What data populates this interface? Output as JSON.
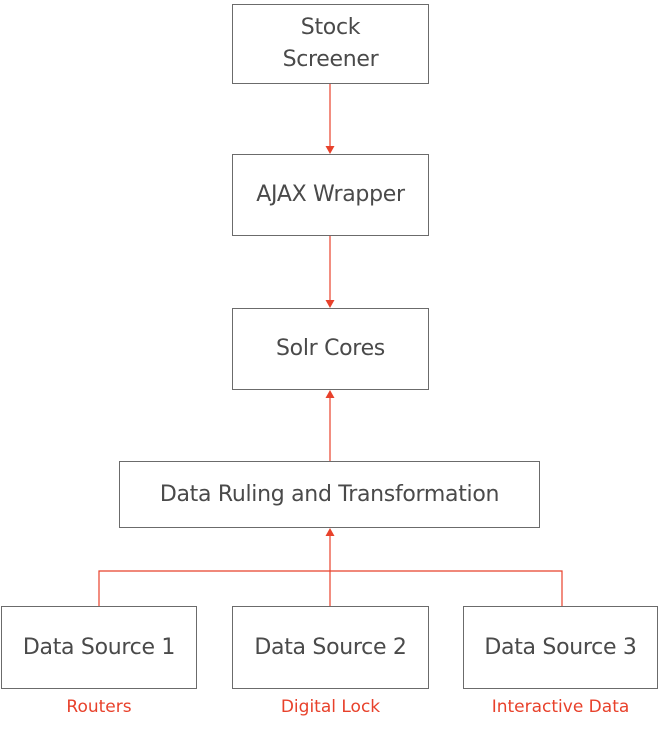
{
  "colors": {
    "connector": "#e8412b",
    "box_border": "#6b6b6b",
    "box_text": "#4a4a4a",
    "caption_text": "#e8412b"
  },
  "nodes": {
    "stock_screener": "Stock\nScreener",
    "ajax_wrapper": "AJAX Wrapper",
    "solr_cores": "Solr Cores",
    "data_ruling": "Data Ruling and Transformation",
    "data_source_1": "Data Source 1",
    "data_source_2": "Data Source 2",
    "data_source_3": "Data Source 3"
  },
  "captions": {
    "source_1": "Routers",
    "source_2": "Digital Lock",
    "source_3": "Interactive Data"
  }
}
